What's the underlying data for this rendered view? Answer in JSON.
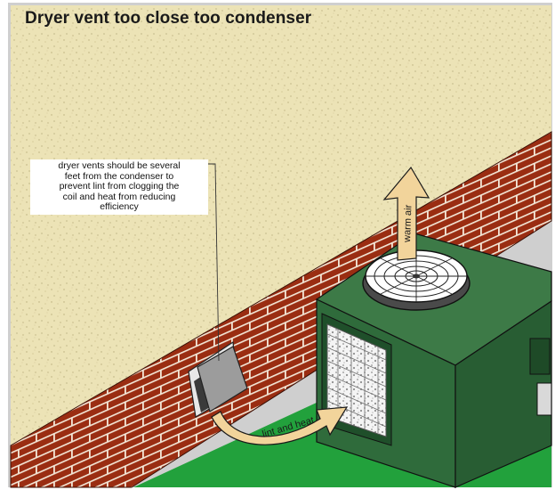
{
  "title": "Dryer vent too close too condenser",
  "callout": "dryer vents should be several\nfeet from the condenser to\nprevent lint from clogging the\ncoil and heat from reducing\nefficiency",
  "labels": {
    "warm_air": "warm air",
    "lint_and_heat": "lint and heat"
  },
  "colors": {
    "wall_stucco": "#ece3b6",
    "brick": "#9a2d12",
    "mortar": "#ffffff",
    "grass": "#22a13c",
    "unit_green": "#2f6b3b",
    "arrow_fill": "#f2d49b"
  }
}
